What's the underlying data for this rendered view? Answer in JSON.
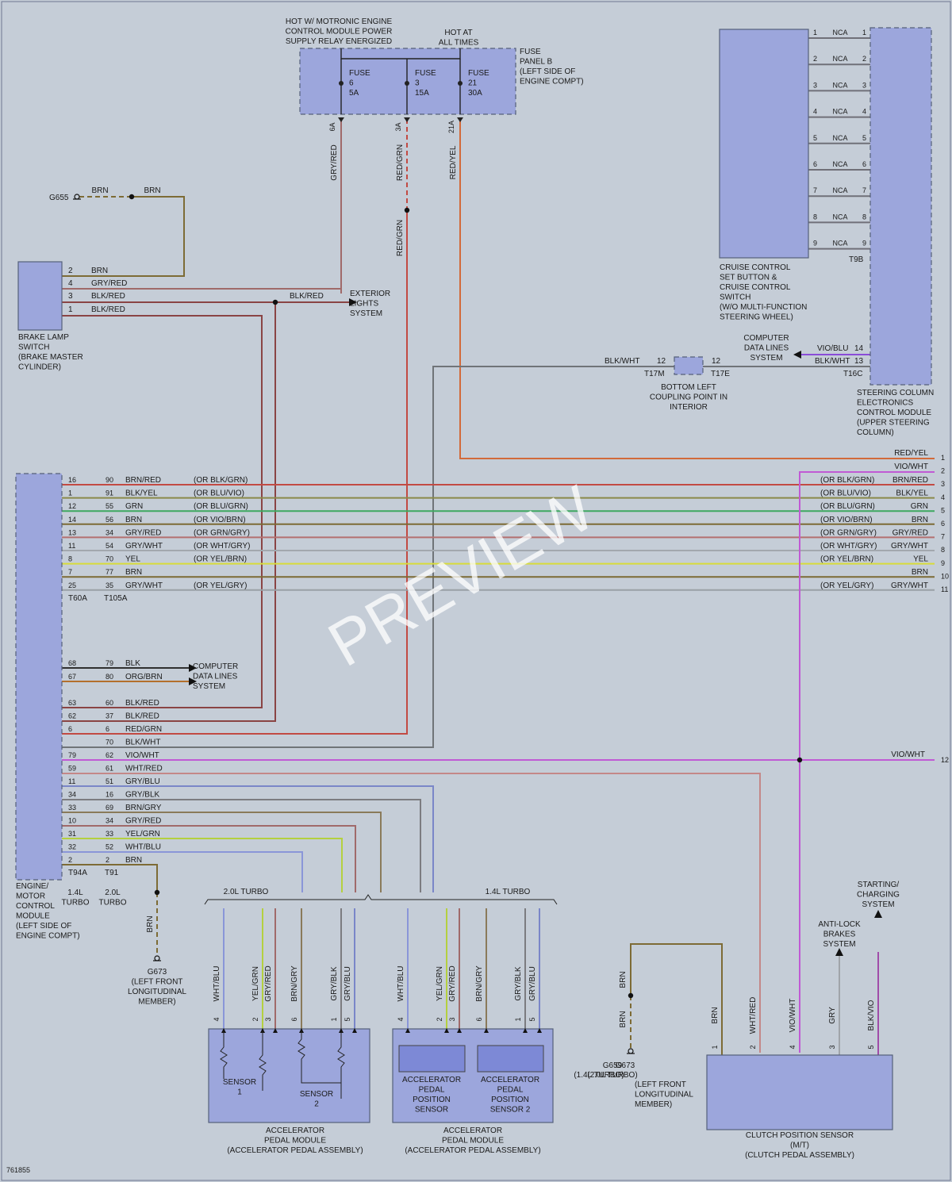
{
  "colors": {
    "background": "#c5cdd7",
    "component": "#9ca6dc",
    "brown": "#7d6b35",
    "gray": "#8e9296",
    "red": "#c24a43",
    "yellow": "#d8dc3a",
    "violet": "#c05ad4",
    "green": "#3ea860",
    "blue": "#6b78c8"
  },
  "fuse_panel": {
    "hot_label": [
      "HOT W/ MOTRONIC ENGINE",
      "CONTROL MODULE POWER",
      "SUPPLY RELAY ENERGIZED"
    ],
    "hot_all_label": [
      "HOT AT",
      "ALL TIMES"
    ],
    "title": [
      "FUSE",
      "PANEL B",
      "(LEFT SIDE OF",
      "ENGINE COMPT)"
    ],
    "fuses": [
      {
        "name": "FUSE",
        "num": "6",
        "amp": "5A",
        "pin": "6A",
        "wire": "GRY/RED"
      },
      {
        "name": "FUSE",
        "num": "3",
        "amp": "15A",
        "pin": "3A",
        "wire": "RED/GRN"
      },
      {
        "name": "FUSE",
        "num": "21",
        "amp": "30A",
        "pin": "21A",
        "wire": "RED/YEL"
      }
    ],
    "red_grn_lower": "RED/GRN"
  },
  "ground_g655": {
    "name": "G655",
    "wire1": "BRN",
    "wire2": "BRN"
  },
  "brake_switch": {
    "pins": [
      {
        "n": "2",
        "w": "BRN"
      },
      {
        "n": "4",
        "w": "GRY/RED"
      },
      {
        "n": "3",
        "w": "BLK/RED"
      },
      {
        "n": "1",
        "w": "BLK/RED"
      }
    ],
    "label": [
      "BRAKE LAMP",
      "SWITCH",
      "(BRAKE MASTER",
      "CYLINDER)"
    ]
  },
  "exterior": {
    "wire": "BLK/RED",
    "label": [
      "EXTERIOR",
      "LIGHTS",
      "SYSTEM"
    ]
  },
  "cruise_switch": {
    "pins": [
      {
        "n": "1",
        "w": "NCA"
      },
      {
        "n": "2",
        "w": "NCA"
      },
      {
        "n": "3",
        "w": "NCA"
      },
      {
        "n": "4",
        "w": "NCA"
      },
      {
        "n": "5",
        "w": "NCA"
      },
      {
        "n": "6",
        "w": "NCA"
      },
      {
        "n": "7",
        "w": "NCA"
      },
      {
        "n": "8",
        "w": "NCA"
      },
      {
        "n": "9",
        "w": "NCA"
      }
    ],
    "connector": "T9B",
    "label": [
      "CRUISE CONTROL",
      "SET BUTTON &",
      "CRUISE CONTROL",
      "SWITCH",
      "(W/O MULTI-FUNCTION",
      "STEERING WHEEL)"
    ]
  },
  "steering_module": {
    "label": [
      "STEERING COLUMN",
      "ELECTRONICS",
      "CONTROL MODULE",
      "(UPPER STEERING",
      "COLUMN)"
    ],
    "data_lines": [
      "COMPUTER",
      "DATA LINES",
      "SYSTEM"
    ],
    "pin14": {
      "n": "14",
      "w": "VIO/BLU"
    },
    "pin13": {
      "n": "13",
      "w": "BLK/WHT"
    },
    "connector": "T16C"
  },
  "coupling": {
    "left_wire": "BLK/WHT",
    "left_pin": "12",
    "right_pin": "12",
    "left_conn": "T17M",
    "right_conn": "T17E",
    "label": [
      "BOTTOM LEFT",
      "COUPLING POINT IN",
      "INTERIOR"
    ]
  },
  "ecm": {
    "upper_pins": [
      {
        "p1": "16",
        "p2": "90",
        "w": "BRN/RED",
        "alt": "(OR BLK/GRN)"
      },
      {
        "p1": "1",
        "p2": "91",
        "w": "BLK/YEL",
        "alt": "(OR BLU/VIO)"
      },
      {
        "p1": "12",
        "p2": "55",
        "w": "GRN",
        "alt": "(OR BLU/GRN)"
      },
      {
        "p1": "14",
        "p2": "56",
        "w": "BRN",
        "alt": "(OR VIO/BRN)"
      },
      {
        "p1": "13",
        "p2": "34",
        "w": "GRY/RED",
        "alt": "(OR GRN/GRY)"
      },
      {
        "p1": "11",
        "p2": "54",
        "w": "GRY/WHT",
        "alt": "(OR WHT/GRY)"
      },
      {
        "p1": "8",
        "p2": "70",
        "w": "YEL",
        "alt": "(OR YEL/BRN)"
      },
      {
        "p1": "7",
        "p2": "77",
        "w": "BRN",
        "alt": ""
      },
      {
        "p1": "25",
        "p2": "35",
        "w": "GRY/WHT",
        "alt": "(OR YEL/GRY)"
      }
    ],
    "conn1": "T60A",
    "conn2": "T105A",
    "data_pins": [
      {
        "p1": "68",
        "p2": "79",
        "w": "BLK"
      },
      {
        "p1": "67",
        "p2": "80",
        "w": "ORG/BRN"
      }
    ],
    "data_label": [
      "COMPUTER",
      "DATA LINES",
      "SYSTEM"
    ],
    "lower_pins": [
      {
        "p1": "63",
        "p2": "60",
        "w": "BLK/RED"
      },
      {
        "p1": "62",
        "p2": "37",
        "w": "BLK/RED"
      },
      {
        "p1": "6",
        "p2": "6",
        "w": "RED/GRN"
      },
      {
        "p1": "",
        "p2": "70",
        "w": "BLK/WHT"
      },
      {
        "p1": "79",
        "p2": "62",
        "w": "VIO/WHT"
      },
      {
        "p1": "59",
        "p2": "61",
        "w": "WHT/RED"
      },
      {
        "p1": "11",
        "p2": "51",
        "w": "GRY/BLU"
      },
      {
        "p1": "34",
        "p2": "16",
        "w": "GRY/BLK"
      },
      {
        "p1": "33",
        "p2": "69",
        "w": "BRN/GRY"
      },
      {
        "p1": "10",
        "p2": "34",
        "w": "GRY/RED"
      },
      {
        "p1": "31",
        "p2": "33",
        "w": "YEL/GRN"
      },
      {
        "p1": "32",
        "p2": "52",
        "w": "WHT/BLU"
      },
      {
        "p1": "2",
        "p2": "2",
        "w": "BRN"
      }
    ],
    "conn3": "T94A",
    "conn4": "T91",
    "var1": [
      "1.4L",
      "TURBO"
    ],
    "var2": [
      "2.0L",
      "TURBO"
    ],
    "label": [
      "ENGINE/",
      "MOTOR",
      "CONTROL",
      "MODULE",
      "(LEFT SIDE OF",
      "ENGINE COMPT)"
    ]
  },
  "right_wires": [
    {
      "n": "1",
      "w": "RED/YEL",
      "alt": ""
    },
    {
      "n": "2",
      "w": "VIO/WHT",
      "alt": ""
    },
    {
      "n": "3",
      "w": "BRN/RED",
      "alt": "(OR BLK/GRN)"
    },
    {
      "n": "4",
      "w": "BLK/YEL",
      "alt": "(OR BLU/VIO)"
    },
    {
      "n": "5",
      "w": "GRN",
      "alt": "(OR BLU/GRN)"
    },
    {
      "n": "6",
      "w": "BRN",
      "alt": "(OR VIO/BRN)"
    },
    {
      "n": "7",
      "w": "GRY/RED",
      "alt": "(OR GRN/GRY)"
    },
    {
      "n": "8",
      "w": "GRY/WHT",
      "alt": "(OR WHT/GRY)"
    },
    {
      "n": "9",
      "w": "YEL",
      "alt": "(OR YEL/BRN)"
    },
    {
      "n": "10",
      "w": "BRN",
      "alt": ""
    },
    {
      "n": "11",
      "w": "GRY/WHT",
      "alt": "(OR YEL/GRY)"
    },
    {
      "n": "12",
      "w": "VIO/WHT",
      "alt": ""
    }
  ],
  "ground_g673": {
    "wire": "BRN",
    "label": [
      "G673",
      "(LEFT FRONT",
      "LONGITUDINAL",
      "MEMBER)"
    ]
  },
  "variants": {
    "left": "2.0L TURBO",
    "right": "1.4L TURBO"
  },
  "pedal_a": {
    "wires": [
      {
        "n": "4",
        "w": "WHT/BLU"
      },
      {
        "n": "2",
        "w": "YEL/GRN"
      },
      {
        "n": "3",
        "w": "GRY/RED"
      },
      {
        "n": "6",
        "w": "BRN/GRY"
      },
      {
        "n": "1",
        "w": "GRY/BLK"
      },
      {
        "n": "5",
        "w": "GRY/BLU"
      }
    ],
    "sensor1": [
      "SENSOR",
      "1"
    ],
    "sensor2": [
      "SENSOR",
      "2"
    ],
    "label": [
      "ACCELERATOR",
      "PEDAL MODULE",
      "(ACCELERATOR PEDAL ASSEMBLY)"
    ]
  },
  "pedal_b": {
    "wires": [
      {
        "n": "4",
        "w": "WHT/BLU"
      },
      {
        "n": "2",
        "w": "YEL/GRN"
      },
      {
        "n": "3",
        "w": "GRY/RED"
      },
      {
        "n": "6",
        "w": "BRN/GRY"
      },
      {
        "n": "1",
        "w": "GRY/BLK"
      },
      {
        "n": "5",
        "w": "GRY/BLU"
      }
    ],
    "sensor1": [
      "ACCELERATOR",
      "PEDAL",
      "POSITION",
      "SENSOR"
    ],
    "sensor2": [
      "ACCELERATOR",
      "PEDAL",
      "POSITION",
      "SENSOR 2"
    ],
    "label": [
      "ACCELERATOR",
      "PEDAL MODULE",
      "(ACCELERATOR PEDAL ASSEMBLY)"
    ]
  },
  "clutch": {
    "wires": [
      {
        "n": "1",
        "w": "BRN"
      },
      {
        "n": "2",
        "w": "WHT/RED"
      },
      {
        "n": "4",
        "w": "VIO/WHT"
      },
      {
        "n": "3",
        "w": "GRY"
      },
      {
        "n": "5",
        "w": "BLK/VIO"
      }
    ],
    "abs": [
      "ANTI-LOCK",
      "BRAKES",
      "SYSTEM"
    ],
    "starting": [
      "STARTING/",
      "CHARGING",
      "SYSTEM"
    ],
    "label": [
      "CLUTCH POSITION SENSOR",
      "(M/T)",
      "(CLUTCH PEDAL ASSEMBLY)"
    ]
  },
  "ground_g659": {
    "wire1": "BRN",
    "wire2": "BRN",
    "name": "G659",
    "alt": "G673",
    "note": "(1.4L TURBO)",
    "note2": "(2.0L TURBO)",
    "label": [
      "(LEFT FRONT",
      "LONGITUDINAL",
      "MEMBER)"
    ]
  },
  "diagram_id": "761855",
  "watermark": "PREVIEW"
}
